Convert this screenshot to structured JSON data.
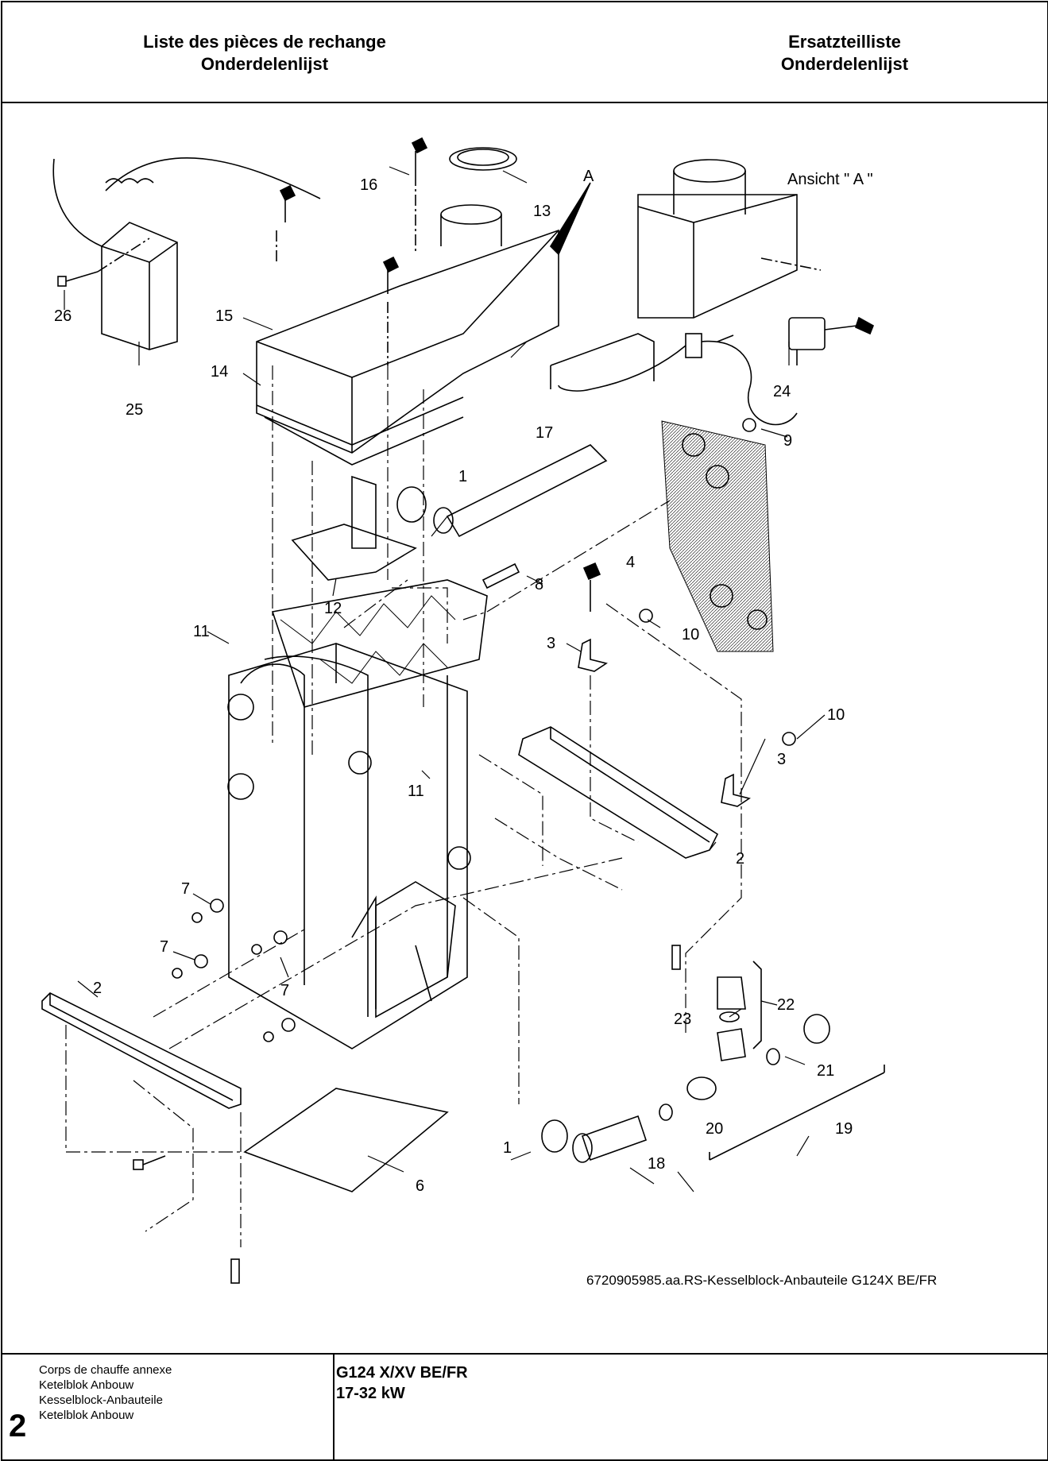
{
  "header": {
    "left_line1": "Liste des pièces de rechange",
    "left_line2": "Onderdelenlijst",
    "right_line1": "Ersatzteilliste",
    "right_line2": "Onderdelenlijst"
  },
  "diagram": {
    "view_marker": "A",
    "view_title": "Ansicht \" A \"",
    "drawing_code": "6720905985.aa.RS-Kesselblock-Anbauteile G124X BE/FR",
    "callouts": [
      "1",
      "1",
      "2",
      "2",
      "3",
      "3",
      "4",
      "6",
      "7",
      "7",
      "7",
      "8",
      "9",
      "10",
      "10",
      "11",
      "11",
      "12",
      "13",
      "14",
      "15",
      "16",
      "17",
      "18",
      "19",
      "20",
      "21",
      "22",
      "23",
      "24",
      "25",
      "26"
    ]
  },
  "footer": {
    "section_number": "2",
    "lines": [
      "Corps de chauffe annexe",
      "Ketelblok Anbouw",
      "Kesselblock-Anbauteile",
      "Ketelblok Anbouw"
    ],
    "model": "G124 X/XV BE/FR",
    "power": "17-32 kW"
  }
}
